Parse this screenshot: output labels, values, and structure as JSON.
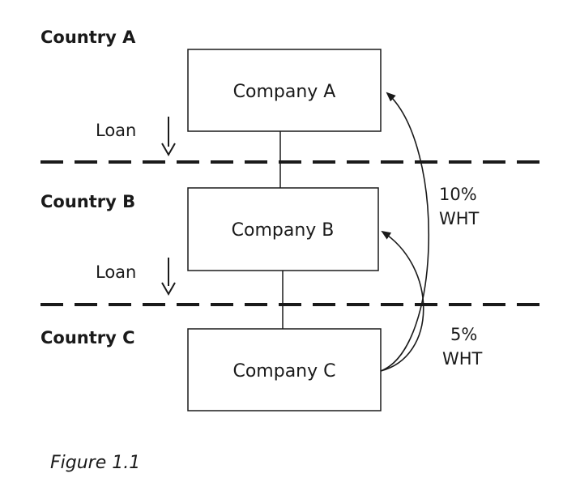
{
  "countries": [
    {
      "id": "a",
      "label": "Country A"
    },
    {
      "id": "b",
      "label": "Country B"
    },
    {
      "id": "c",
      "label": "Country C"
    }
  ],
  "companies": [
    {
      "id": "a",
      "label": "Company A"
    },
    {
      "id": "b",
      "label": "Company B"
    },
    {
      "id": "c",
      "label": "Company C"
    }
  ],
  "loans": [
    {
      "label": "Loan",
      "from": "Company A",
      "to": "Company B"
    },
    {
      "label": "Loan",
      "from": "Company B",
      "to": "Company C"
    }
  ],
  "payments": [
    {
      "from": "Company C",
      "to": "Company A",
      "label_line1": "10%",
      "label_line2": "WHT"
    },
    {
      "from": "Company C",
      "to": "Company B",
      "label_line1": "5%",
      "label_line2": "WHT"
    }
  ],
  "caption": "Figure 1.1"
}
